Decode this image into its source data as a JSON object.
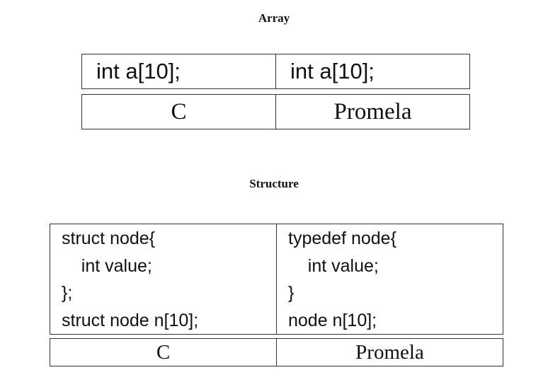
{
  "array": {
    "heading": "Array",
    "c_code": "int a[10];",
    "promela_code": "int a[10];",
    "c_label": "C",
    "promela_label": "Promela"
  },
  "structure": {
    "heading": "Structure",
    "c_code": "struct node{\n    int value;\n};\nstruct node n[10];",
    "promela_code": "typedef node{\n    int value;\n}\nnode n[10];",
    "c_label": "C",
    "promela_label": "Promela"
  }
}
